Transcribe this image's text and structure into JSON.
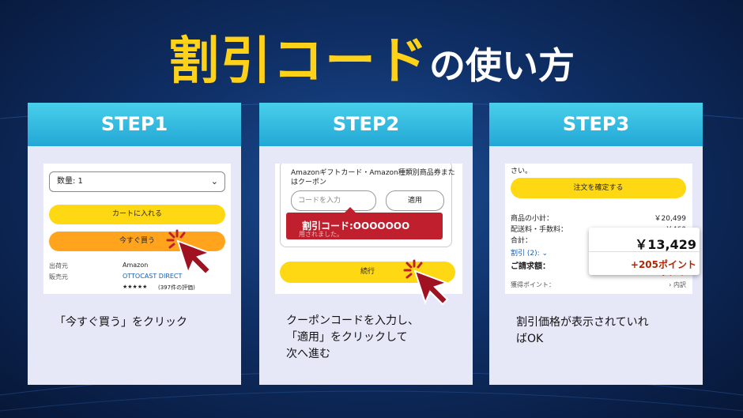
{
  "title": {
    "highlight": "割引コード",
    "rest": "の使い方"
  },
  "steps": [
    {
      "label": "STEP1",
      "caption": "「今すぐ買う」をクリック",
      "screen": {
        "quantity_label": "数量: 1",
        "cart_button": "カートに入れる",
        "buy_now_button": "今すぐ買う",
        "shipper_label": "出荷元",
        "shipper_value": "Amazon",
        "seller_label": "販売元",
        "seller_value": "OTTOCAST DIRECT",
        "stars": "★★★★★",
        "reviews": "(397件の評価)"
      }
    },
    {
      "label": "STEP2",
      "caption_lines": [
        "クーポンコードを入力し、",
        "「適用」をクリックして",
        "次へ進む"
      ],
      "screen": {
        "coupon_heading": "Amazonギフトカード・Amazon種類別商品券またはクーポン",
        "coupon_placeholder": "コードを入力",
        "apply_button": "適用",
        "discount_code_badge": "割引コード:OOOOOOO",
        "obscured_text": "用されました。",
        "continue_button": "続行"
      }
    },
    {
      "label": "STEP3",
      "caption_lines": [
        "割引価格が表示されていれ",
        "ばOK"
      ],
      "screen": {
        "top_fragment": "さい。",
        "place_order_button": "注文を確定する",
        "rows": [
          {
            "label": "商品の小計：",
            "value": "￥20,499"
          },
          {
            "label": "配送料・手数料：",
            "value": "￥460"
          },
          {
            "label": "合計：",
            "value": ""
          },
          {
            "label": "割引 (2): ⌄",
            "value": ""
          },
          {
            "label": "ご請求額：",
            "value": "内訳"
          },
          {
            "label": "",
            "value": "+205ポイント"
          },
          {
            "label": "獲得ポイント：",
            "value": "› 内訳"
          }
        ],
        "popup_price": "￥13,429",
        "popup_points": "+205ポイント"
      }
    }
  ],
  "colors": {
    "title_yellow": "#ffd21a",
    "step_header": "#2bb4de",
    "card_bg": "#e6e8f8",
    "accent_red": "#c0202e"
  }
}
